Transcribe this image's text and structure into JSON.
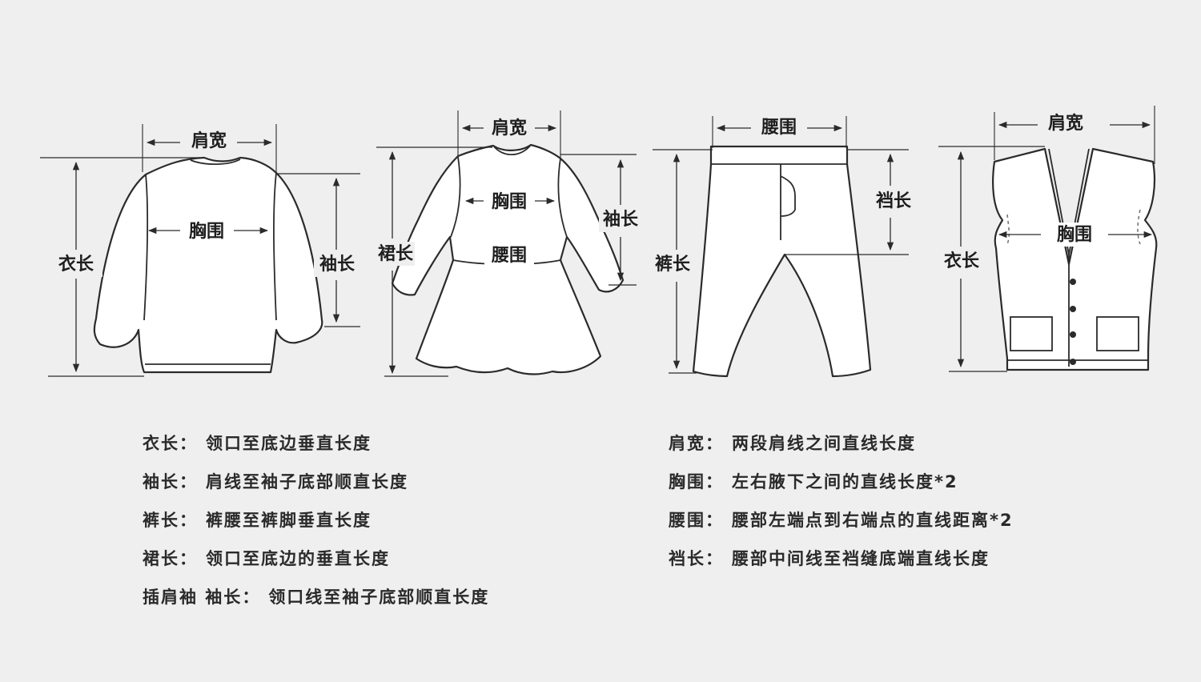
{
  "diagram_labels": {
    "sweater": {
      "shoulder": "肩宽",
      "chest": "胸围",
      "length": "衣长",
      "sleeve": "袖长"
    },
    "dress": {
      "shoulder": "肩宽",
      "chest": "胸围",
      "waist": "腰围",
      "skirt_length": "裙长",
      "sleeve": "袖长"
    },
    "pants": {
      "waist": "腰围",
      "pants_length": "裤长",
      "rise": "裆长"
    },
    "vest": {
      "shoulder": "肩宽",
      "chest": "胸围",
      "length": "衣长"
    }
  },
  "definitions": {
    "left": [
      {
        "term": "衣长",
        "desc": "领口至底边垂直长度"
      },
      {
        "term": "袖长",
        "desc": "肩线至袖子底部顺直长度"
      },
      {
        "term": "裤长",
        "desc": "裤腰至裤脚垂直长度"
      },
      {
        "term": "裙长",
        "desc": "领口至底边的垂直长度"
      },
      {
        "term": "插肩袖 袖长",
        "desc": "领口线至袖子底部顺直长度"
      }
    ],
    "right": [
      {
        "term": "肩宽",
        "desc": "两段肩线之间直线长度"
      },
      {
        "term": "胸围",
        "desc": "左右腋下之间的直线长度*2"
      },
      {
        "term": "腰围",
        "desc": "腰部左端点到右端点的直线距离*2"
      },
      {
        "term": "裆长",
        "desc": "腰部中间线至裆缝底端直线长度"
      }
    ]
  },
  "separator": "："
}
